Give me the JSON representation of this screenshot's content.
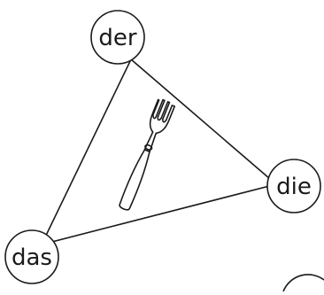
{
  "worksheet": {
    "articles": {
      "top": "der",
      "right": "die",
      "bottom_left": "das"
    },
    "center_image_icon": "fork-icon",
    "line_color": "#1a1a1a",
    "background": "#ffffff"
  }
}
